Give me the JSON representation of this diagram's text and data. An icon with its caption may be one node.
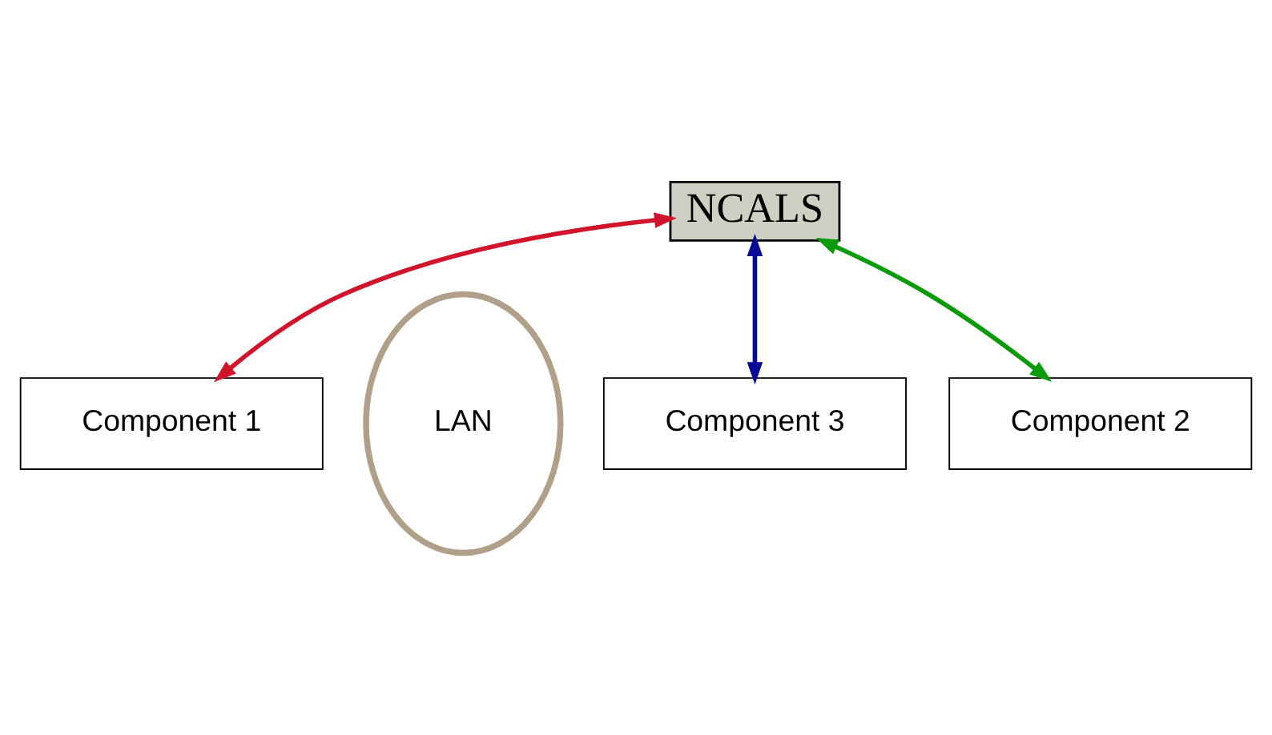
{
  "diagram": {
    "nodes": [
      {
        "text": [
          "NCALS"
        ]
      },
      {
        "text": [
          "Component 1"
        ]
      },
      {
        "text": [
          "LAN"
        ]
      },
      {
        "text": [
          "Component 3"
        ]
      },
      {
        "text": [
          "Component 2"
        ]
      }
    ],
    "edges": [
      {
        "from": 0,
        "to": 1,
        "arrow": "both",
        "color": "#d0142c"
      },
      {
        "from": 0,
        "to": 4,
        "arrow": "both",
        "color": "#0a9a0a"
      },
      {
        "from": 0,
        "to": 3,
        "arrow": "both",
        "color": "#0a0a96"
      }
    ]
  }
}
